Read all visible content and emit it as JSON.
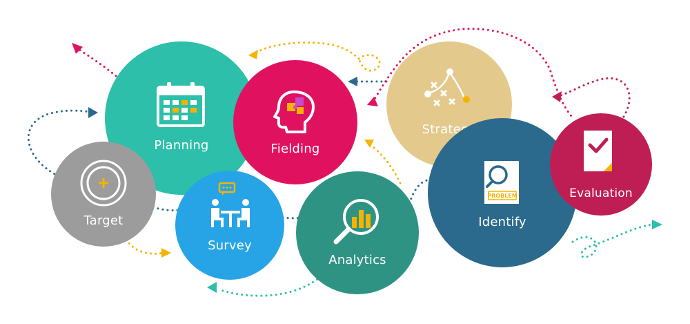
{
  "nodes": {
    "planning": {
      "label": "Planning",
      "color": "#2dbfaa",
      "icon": "calendar-icon"
    },
    "fielding": {
      "label": "Fielding",
      "color": "#e0125f",
      "icon": "head-puzzle-icon"
    },
    "target": {
      "label": "Target",
      "color": "#9c9c9c",
      "icon": "target-icon"
    },
    "survey": {
      "label": "Survey",
      "color": "#27a4e6",
      "icon": "interview-icon"
    },
    "analytics": {
      "label": "Analytics",
      "color": "#2f9384",
      "icon": "magnifier-chart-icon"
    },
    "strategy": {
      "label": "Strategy",
      "color": "#e3c98b",
      "icon": "tactics-icon"
    },
    "identify": {
      "label": "Identify",
      "color": "#2b6a8c",
      "icon": "problem-document-icon"
    },
    "evaluation": {
      "label": "Evaluation",
      "color": "#bf1e55",
      "icon": "checklist-icon"
    }
  },
  "icon_text": {
    "problem": "PROBLEM"
  },
  "accent_colors": {
    "icon_yellow": "#f5b400",
    "link_teal": "#2dbfaa",
    "link_navy": "#2b6a8c",
    "link_pink": "#e0125f",
    "link_orange": "#f5b400",
    "link_grey": "#9c9c9c"
  }
}
